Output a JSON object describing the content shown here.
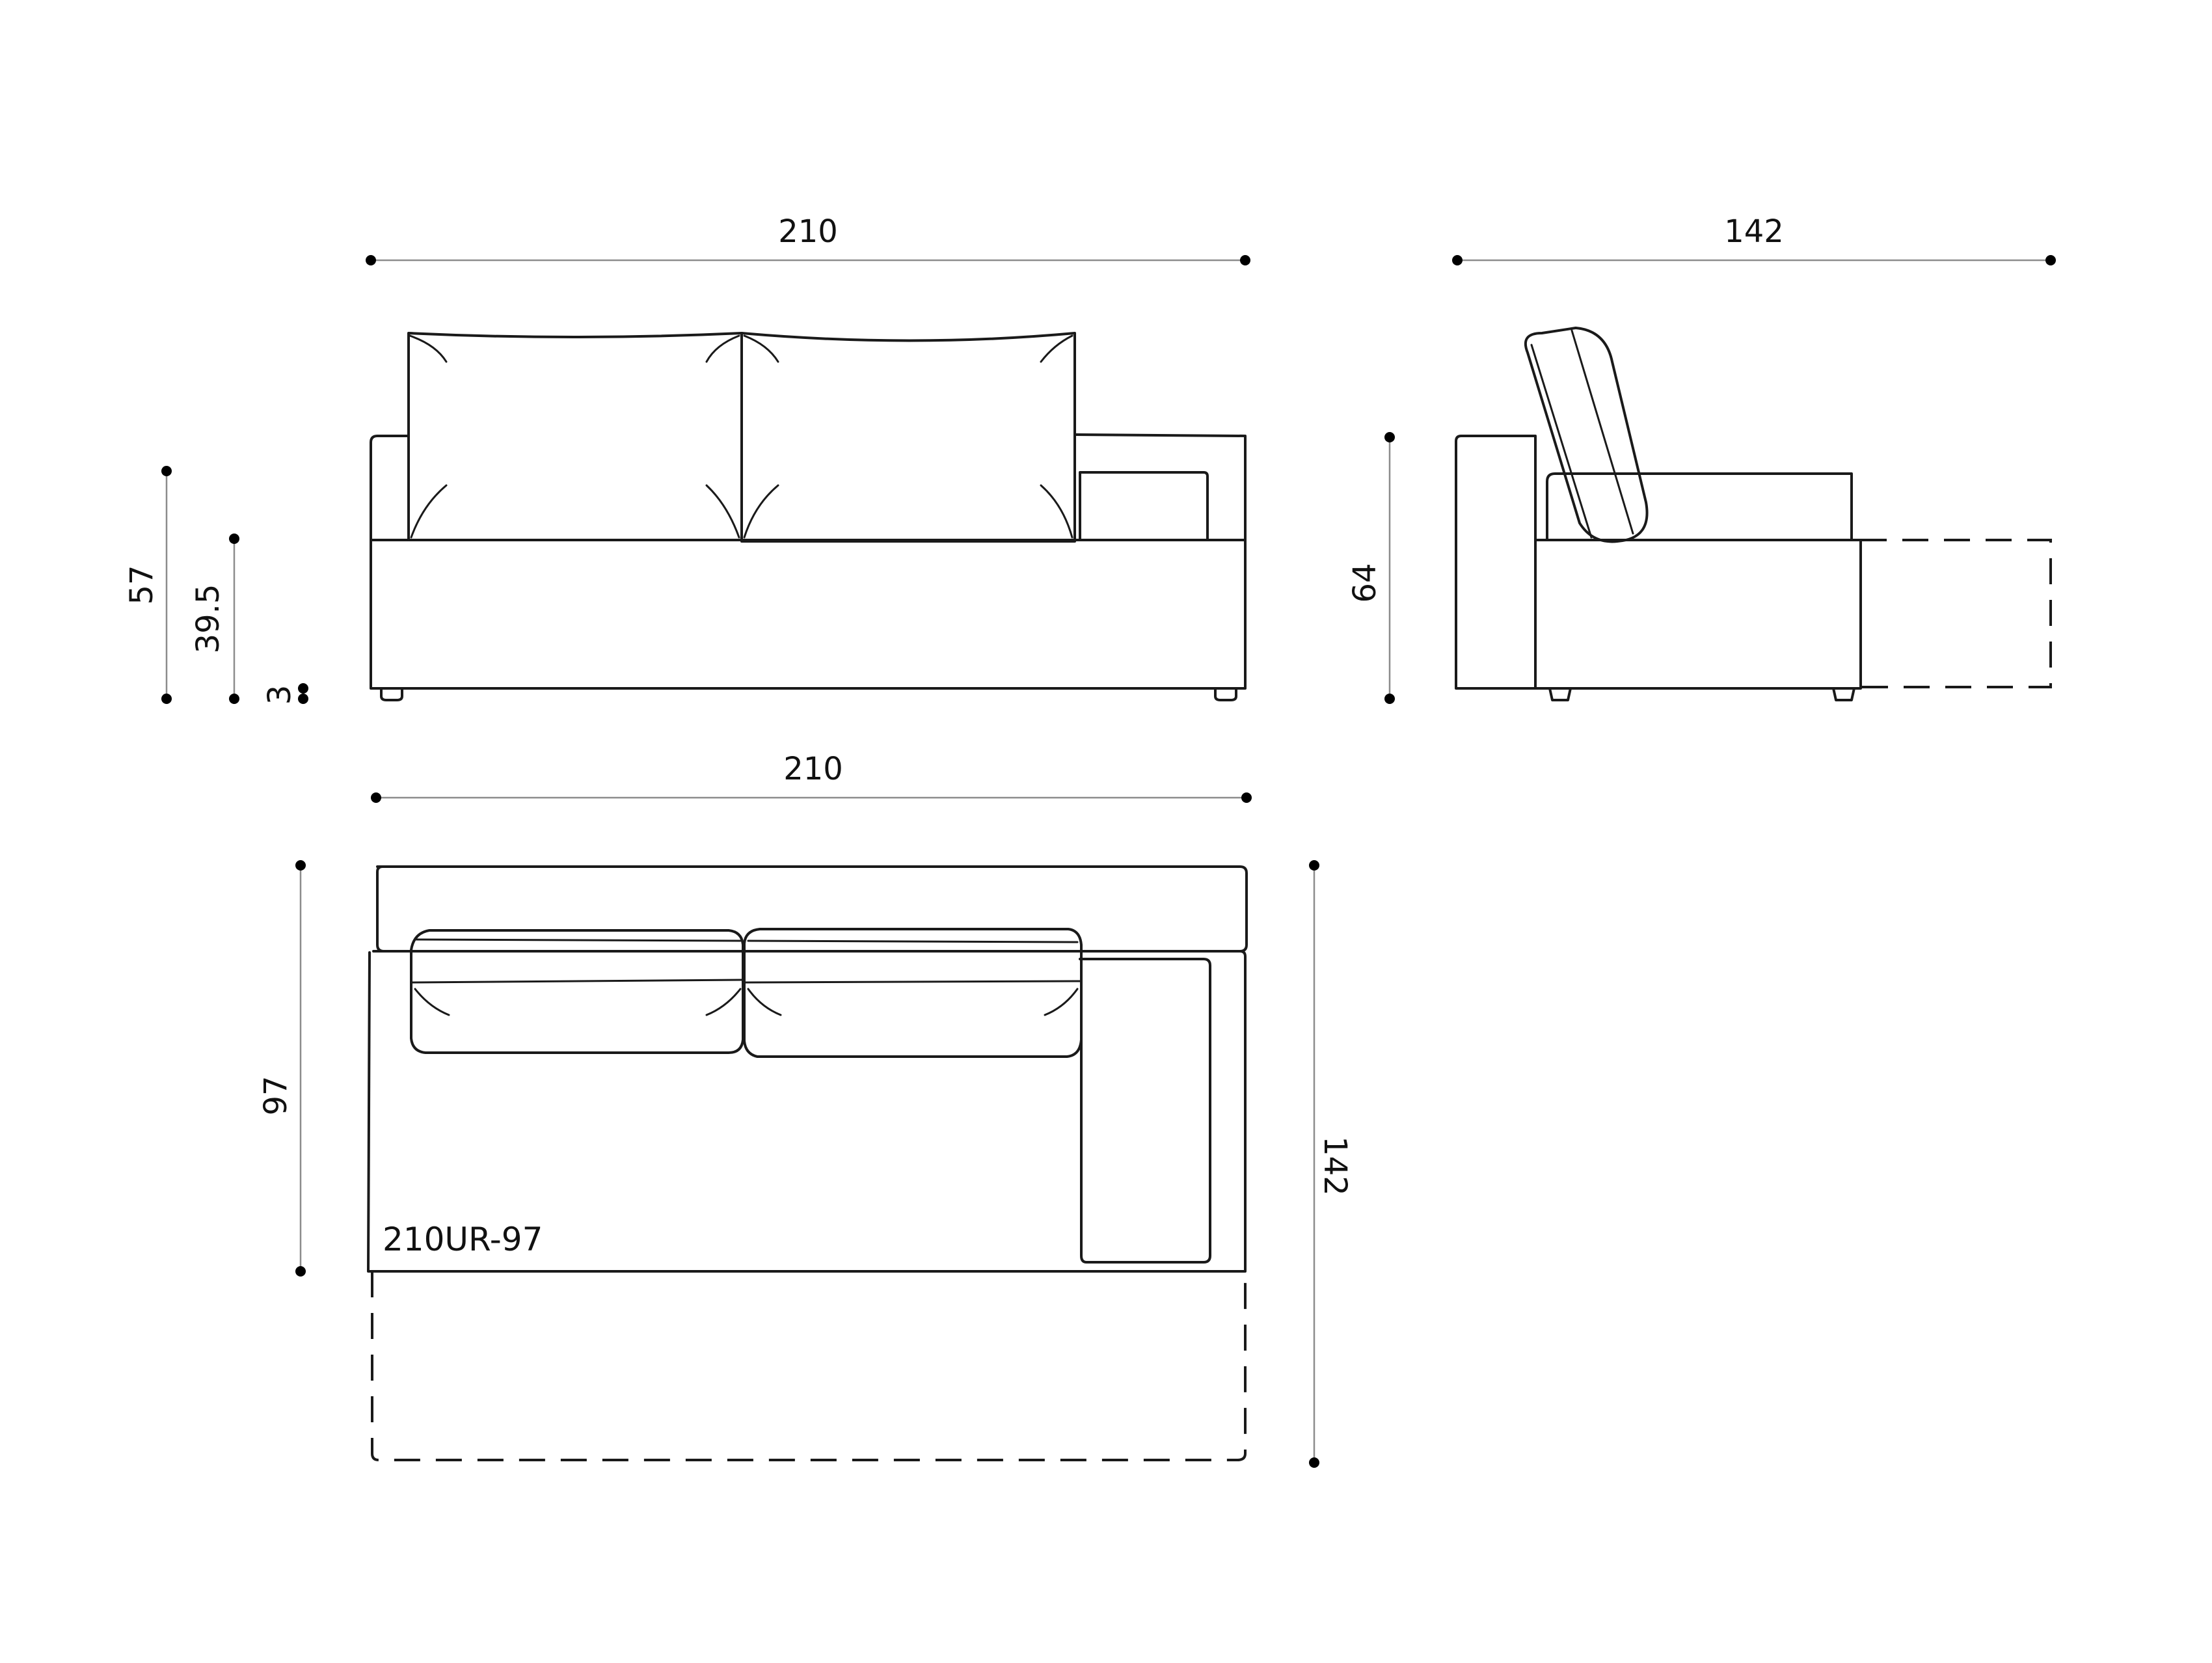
{
  "drawing": {
    "model_code": "210UR-97",
    "front_view": {
      "width_label": "210",
      "overall_height_label": "57",
      "seat_height_label": "39.5",
      "leg_height_label": "3"
    },
    "side_view": {
      "depth_label": "142",
      "height_label": "64"
    },
    "top_view": {
      "width_label": "210",
      "closed_depth_label": "97",
      "extended_depth_label": "142"
    }
  }
}
